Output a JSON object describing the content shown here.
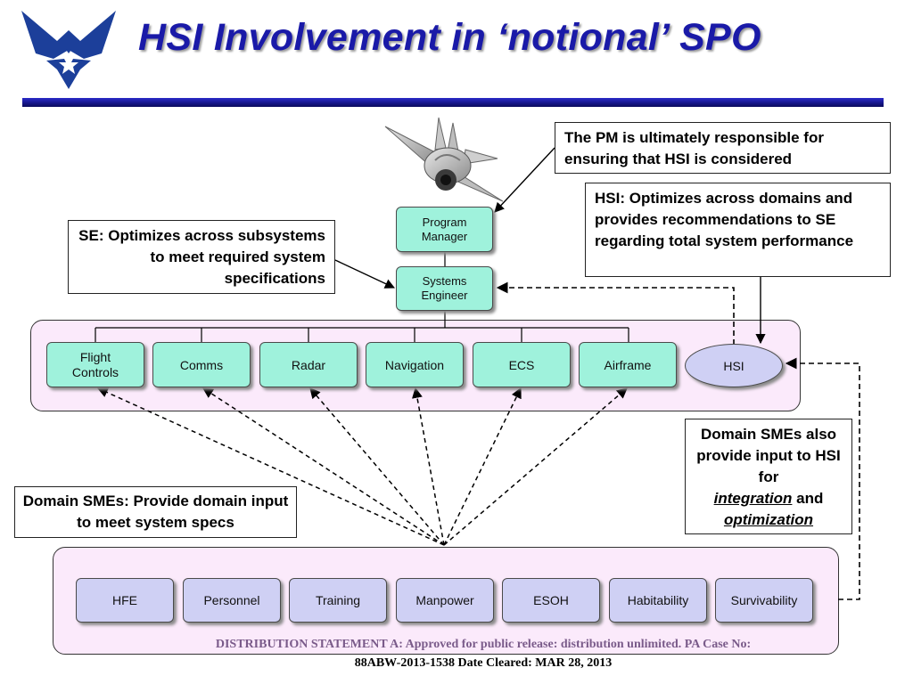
{
  "title": "HSI Involvement in ‘notional’ SPO",
  "colors": {
    "title": "#1a1aa8",
    "node_fill": "#9ff2dc",
    "domain_fill": "#cfd0f4",
    "frame_fill": "#fbeafb",
    "footer_line1": "#7a5b8a",
    "footer_line2": "#000000"
  },
  "icons": [
    "air-force-wings-logo",
    "fighter-jet-image"
  ],
  "nodes": {
    "program_manager": "Program\nManager",
    "systems_engineer": "Systems\nEngineer",
    "subsystems": [
      "Flight\nControls",
      "Comms",
      "Radar",
      "Navigation",
      "ECS",
      "Airframe"
    ],
    "hsi": "HSI",
    "domains": [
      "HFE",
      "Personnel",
      "Training",
      "Manpower",
      "ESOH",
      "Habitability",
      "Survivability"
    ]
  },
  "callouts": {
    "pm": "The PM is ultimately responsible for ensuring that HSI is considered",
    "se": "SE: Optimizes across subsystems to meet required system specifications",
    "hsi": "HSI: Optimizes across domains and provides recommendations to SE regarding total system performance",
    "domain_smes": "Domain SMEs: Provide domain input to meet system specs",
    "hsi_smes": {
      "line1": "Domain SMEs also provide input to HSI for",
      "integration": "integration",
      "and": "and",
      "optimization": "optimization"
    }
  },
  "footer": {
    "line1": "DISTRIBUTION STATEMENT A:  Approved for public release: distribution unlimited.  PA Case No:",
    "line2": "88ABW-2013-1538 Date Cleared: MAR 28, 2013"
  }
}
